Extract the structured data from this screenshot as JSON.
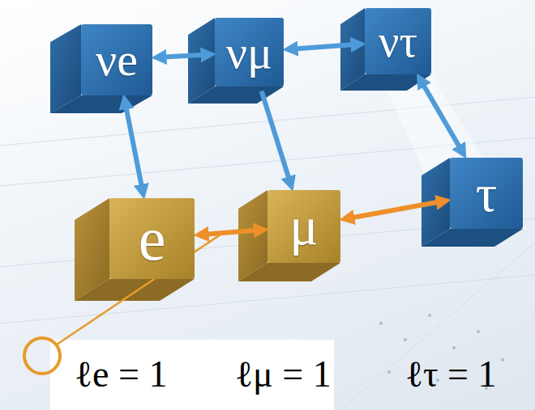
{
  "diagram": {
    "nodes": [
      {
        "text": [
          "νe"
        ]
      },
      {
        "text": [
          "νμ"
        ]
      },
      {
        "text": [
          "ντ"
        ]
      },
      {
        "text": [
          "e"
        ]
      },
      {
        "text": [
          "μ"
        ]
      },
      {
        "text": [
          "τ"
        ]
      }
    ],
    "edges": [
      {
        "from": 0,
        "to": 1,
        "arrow": "both"
      },
      {
        "from": 1,
        "to": 2,
        "arrow": "both"
      },
      {
        "from": 0,
        "to": 3,
        "arrow": "both"
      },
      {
        "from": 1,
        "to": 4,
        "arrow": "to"
      },
      {
        "from": 2,
        "to": 5,
        "arrow": "both"
      },
      {
        "from": 3,
        "to": 4,
        "arrow": "both"
      },
      {
        "from": 4,
        "to": 5,
        "arrow": "both"
      }
    ],
    "labels": [
      "ℓe = 1",
      "ℓμ = 1",
      "ℓτ = 1"
    ]
  }
}
